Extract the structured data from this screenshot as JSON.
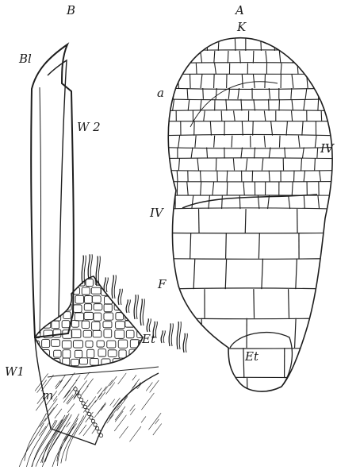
{
  "figure": {
    "panel_a_letter": "A",
    "panel_b_letter": "B",
    "labels": {
      "K": "K",
      "a": "a",
      "iv_right": "IV",
      "iv_left": "IV",
      "F": "F",
      "Et_a": "Et",
      "Bl": "Bl",
      "W2": "W 2",
      "W1": "W1",
      "Et_b": "Et",
      "m": "m"
    }
  }
}
